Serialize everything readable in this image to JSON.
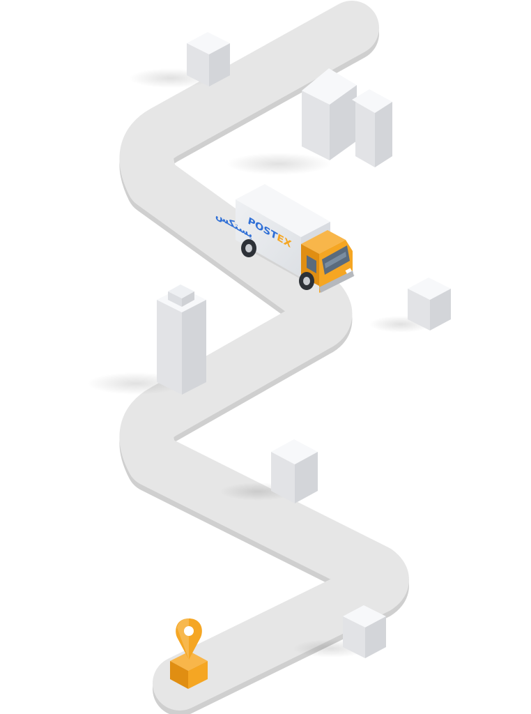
{
  "brand": {
    "latin_prefix": "POST",
    "latin_suffix": "EX",
    "persian": "پستکس"
  },
  "colors": {
    "road_top": "#e4e4e4",
    "road_edge": "#cfcfcf",
    "building_top": "#f7f8fa",
    "building_left": "#e2e3e6",
    "building_right": "#d3d5d9",
    "truck_cargo_side": "#e8eaed",
    "truck_cargo_front": "#f4f5f7",
    "truck_cab": "#f5a623",
    "truck_cab_dark": "#e08e12",
    "brand_blue": "#2f6fd6",
    "brand_orange": "#f5a623",
    "pin": "#f5a623",
    "package": "#f5a623"
  }
}
